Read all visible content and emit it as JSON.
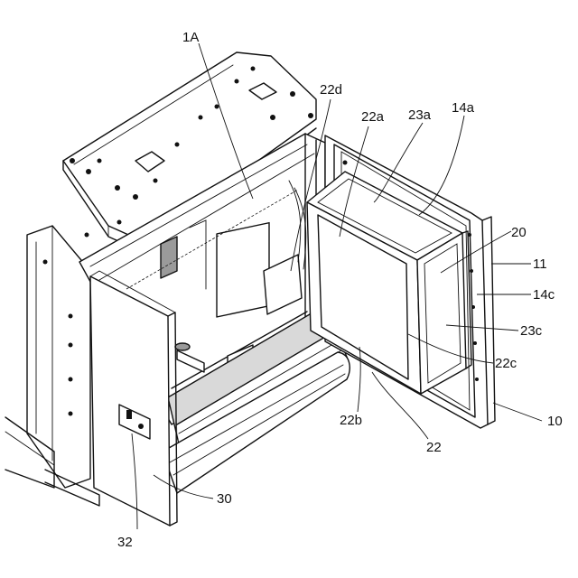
{
  "figure": {
    "labels": {
      "assembly": "1A",
      "rear_bracket": "22d",
      "frame_top": "22a",
      "top_panel": "23a",
      "seal_top": "14a",
      "filter_unit": "20",
      "frame_outer": "11",
      "seal_side": "14c",
      "side_panel": "23c",
      "frame_side": "22c",
      "door": "10",
      "frame_front": "22b",
      "frame": "22",
      "cover": "30",
      "latch": "32"
    }
  }
}
